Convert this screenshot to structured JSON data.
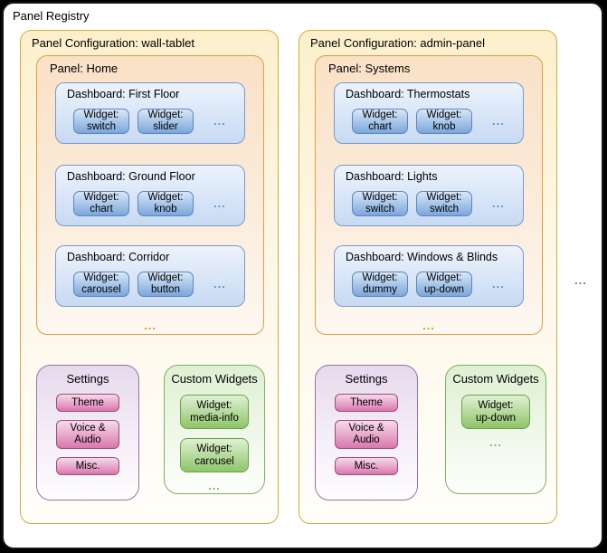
{
  "window": {
    "title": "Panel Registry"
  },
  "more_configs": "...",
  "colors": {
    "registry_yellow_border": "#d6b656",
    "panel_orange_border": "#d79b00",
    "dashboard_blue_border": "#6c8ebf",
    "settings_purple_border": "#9673a6",
    "settings_pink_button_border": "#a04a79",
    "custom_widgets_green_border": "#82b366",
    "more_gray": "#777777"
  },
  "configs": [
    {
      "title": "Panel Configuration: wall-tablet",
      "panel": {
        "title": "Panel: Home",
        "more": "...",
        "dashboards": [
          {
            "title": "Dashboard: First Floor",
            "widgets": [
              "Widget:\nswitch",
              "Widget:\nslider"
            ],
            "more": "..."
          },
          {
            "title": "Dashboard: Ground Floor",
            "widgets": [
              "Widget:\nchart",
              "Widget:\nknob"
            ],
            "more": "..."
          },
          {
            "title": "Dashboard: Corridor",
            "widgets": [
              "Widget:\ncarousel",
              "Widget:\nbutton"
            ],
            "more": "..."
          }
        ]
      },
      "settings": {
        "title": "Settings",
        "items": [
          "Theme",
          "Voice &\nAudio",
          "Misc."
        ]
      },
      "custom_widgets": {
        "title": "Custom Widgets",
        "items": [
          "Widget:\nmedia-info",
          "Widget:\ncarousel"
        ],
        "more": "..."
      }
    },
    {
      "title": "Panel Configuration: admin-panel",
      "panel": {
        "title": "Panel: Systems",
        "more": "...",
        "dashboards": [
          {
            "title": "Dashboard: Thermostats",
            "widgets": [
              "Widget:\nchart",
              "Widget:\nknob"
            ],
            "more": "..."
          },
          {
            "title": "Dashboard: Lights",
            "widgets": [
              "Widget:\nswitch",
              "Widget:\nswitch"
            ],
            "more": "..."
          },
          {
            "title": "Dashboard: Windows & Blinds",
            "widgets": [
              "Widget:\ndummy",
              "Widget:\nup-down"
            ],
            "more": "..."
          }
        ]
      },
      "settings": {
        "title": "Settings",
        "items": [
          "Theme",
          "Voice &\nAudio",
          "Misc."
        ]
      },
      "custom_widgets": {
        "title": "Custom Widgets",
        "items": [
          "Widget:\nup-down"
        ],
        "more": "..."
      }
    }
  ]
}
